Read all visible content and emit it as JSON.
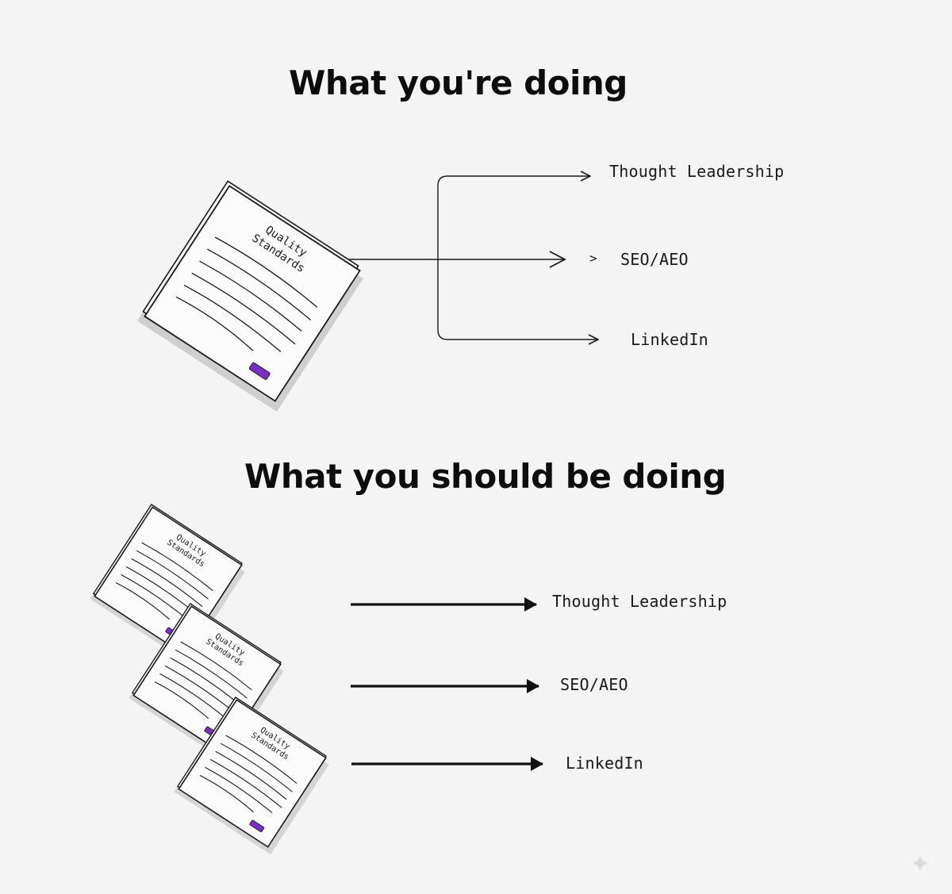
{
  "current": {
    "heading": "What you're doing",
    "document_title_line1": "Quality",
    "document_title_line2": "Standards",
    "targets": [
      {
        "label": "Thought Leadership"
      },
      {
        "prefix": ">",
        "label": "SEO/AEO"
      },
      {
        "label": "LinkedIn"
      }
    ]
  },
  "recommended": {
    "heading": "What you should be doing",
    "documents": [
      {
        "title_line1": "Quality",
        "title_line2": "Standards"
      },
      {
        "title_line1": "Quality",
        "title_line2": "Standards"
      },
      {
        "title_line1": "Quality",
        "title_line2": "Standards"
      }
    ],
    "targets": [
      {
        "label": "Thought Leadership"
      },
      {
        "label": "SEO/AEO"
      },
      {
        "label": "LinkedIn"
      }
    ]
  },
  "colors": {
    "background": "#f4f4f4",
    "ink": "#1a1a1a",
    "tab": "#7a2fc4",
    "shadow": "#cfcfcf"
  }
}
